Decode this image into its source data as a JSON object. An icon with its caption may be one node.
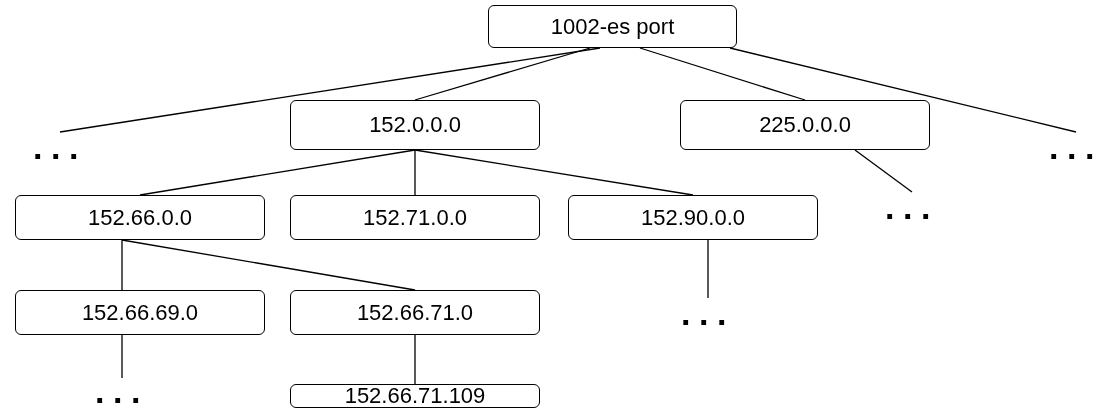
{
  "diagram": {
    "nodes": [
      {
        "text": [
          "1002-es port"
        ]
      },
      {
        "text": [
          "..."
        ]
      },
      {
        "text": [
          "152.0.0.0"
        ]
      },
      {
        "text": [
          "225.0.0.0"
        ]
      },
      {
        "text": [
          "..."
        ]
      },
      {
        "text": [
          "152.66.0.0"
        ]
      },
      {
        "text": [
          "152.71.0.0"
        ]
      },
      {
        "text": [
          "152.90.0.0"
        ]
      },
      {
        "text": [
          "..."
        ]
      },
      {
        "text": [
          "152.66.69.0"
        ]
      },
      {
        "text": [
          "152.66.71.0"
        ]
      },
      {
        "text": [
          "..."
        ]
      },
      {
        "text": [
          "152.66.71.109"
        ]
      },
      {
        "text": [
          "..."
        ]
      }
    ],
    "edges": [
      {
        "from": 0,
        "to": 1,
        "arrow": "none"
      },
      {
        "from": 0,
        "to": 2,
        "arrow": "none"
      },
      {
        "from": 0,
        "to": 3,
        "arrow": "none"
      },
      {
        "from": 0,
        "to": 4,
        "arrow": "none"
      },
      {
        "from": 2,
        "to": 5,
        "arrow": "none"
      },
      {
        "from": 2,
        "to": 6,
        "arrow": "none"
      },
      {
        "from": 2,
        "to": 7,
        "arrow": "none"
      },
      {
        "from": 3,
        "to": 8,
        "arrow": "none"
      },
      {
        "from": 5,
        "to": 9,
        "arrow": "none"
      },
      {
        "from": 5,
        "to": 10,
        "arrow": "none"
      },
      {
        "from": 7,
        "to": 11,
        "arrow": "none"
      },
      {
        "from": 9,
        "to": 13,
        "arrow": "none"
      },
      {
        "from": 10,
        "to": 12,
        "arrow": "none"
      }
    ]
  }
}
